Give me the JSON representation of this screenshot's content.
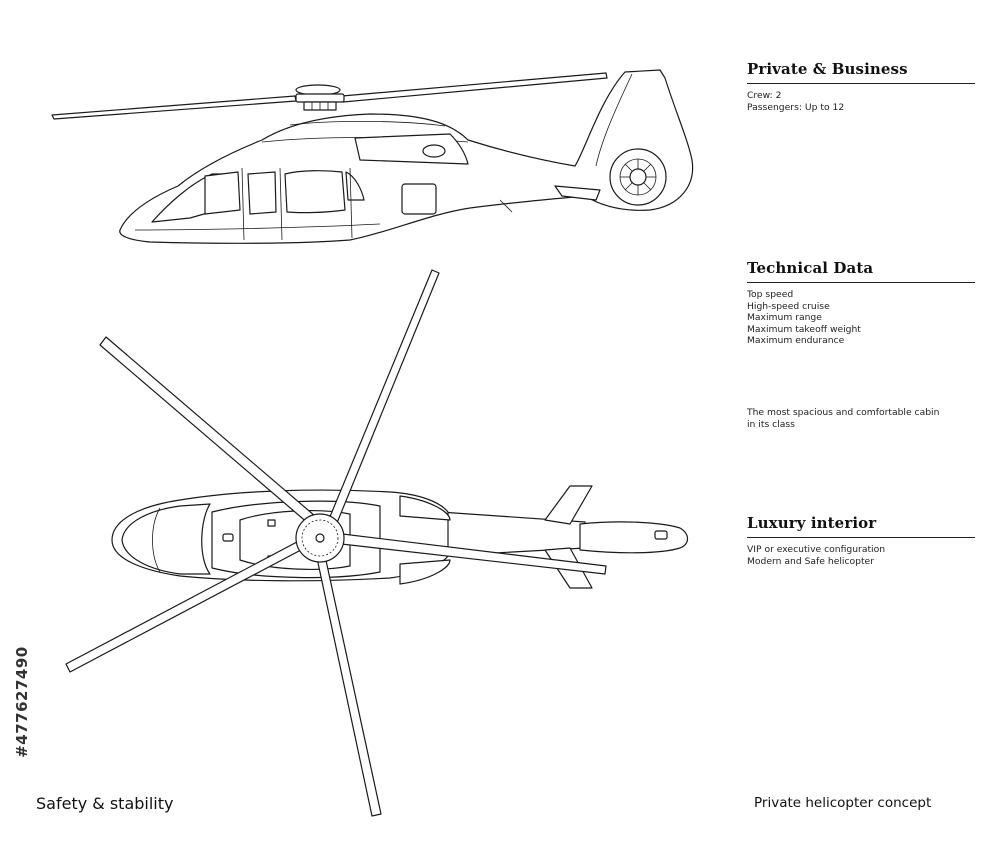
{
  "sections": [
    {
      "title": "Private & Business",
      "lines": [
        "Crew: 2",
        "Passengers: Up to 12"
      ]
    },
    {
      "title": "Technical Data",
      "lines": [
        "Top speed",
        "High-speed cruise",
        "Maximum range",
        "Maximum takeoff weight",
        "Maximum endurance"
      ]
    },
    {
      "title": "Luxury interior",
      "lines": [
        "VIP or executive configuration",
        "Modern and Safe helicopter"
      ]
    }
  ],
  "note_lines": [
    "The most spacious and comfortable cabin",
    "in its class"
  ],
  "caption_left": "Safety & stability",
  "caption_right": "Private helicopter concept",
  "stock_id": "#477627490",
  "colors": {
    "line": "#1a1a1a",
    "background": "#ffffff"
  }
}
